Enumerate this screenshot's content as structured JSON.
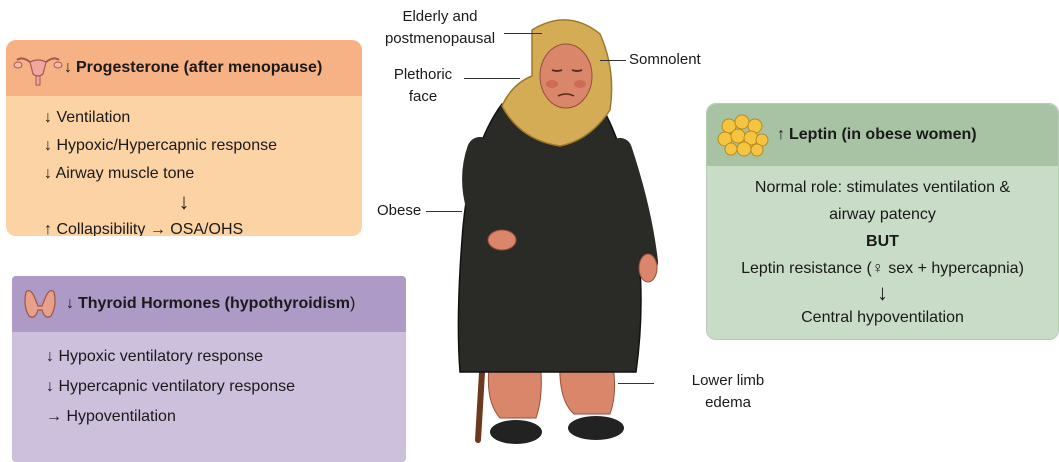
{
  "progesterone": {
    "arrow": "↓",
    "title": "Progesterone (after menopause)",
    "items": [
      "↓ Ventilation",
      "↓ Hypoxic/Hypercapnic response",
      "↓ Airway muscle tone"
    ],
    "down_arrow": "↓",
    "result": "↑ Collapsibility → OSA/OHS",
    "icon": "uterus-icon",
    "colors": {
      "header": "#f6b185",
      "body": "#fbd3a4"
    }
  },
  "thyroid": {
    "arrow": "↓",
    "title": "Thyroid Hormones (hypothyroidism",
    "title_close": ")",
    "items": [
      "↓ Hypoxic ventilatory response",
      "↓ Hypercapnic ventilatory response",
      "→ Hypoventilation"
    ],
    "icon": "thyroid-gland-icon",
    "colors": {
      "header": "#ad9ac6",
      "body": "#cdc0dc"
    }
  },
  "leptin": {
    "arrow": "↑",
    "title": "Leptin (in obese women)",
    "line1": "Normal role: stimulates ventilation &",
    "line2": "airway patency",
    "but": "BUT",
    "line3": "Leptin resistance (♀ sex + hypercapnia)",
    "down_arrow": "↓",
    "line4": "Central hypoventilation",
    "icon": "fat-cells-icon",
    "colors": {
      "header": "#a7c3a3",
      "body": "#c9dcc7"
    }
  },
  "labels": {
    "elderly_1": "Elderly and",
    "elderly_2": "postmenopausal",
    "somnolent": "Somnolent",
    "plethoric_1": "Plethoric",
    "plethoric_2": "face",
    "obese": "Obese",
    "edema_1": "Lower limb",
    "edema_2": "edema"
  },
  "figure": {
    "icon": "elderly-woman-figure",
    "colors": {
      "scarf": "#d4ac55",
      "dress": "#2a2a26",
      "skin": "#d9866a"
    }
  }
}
